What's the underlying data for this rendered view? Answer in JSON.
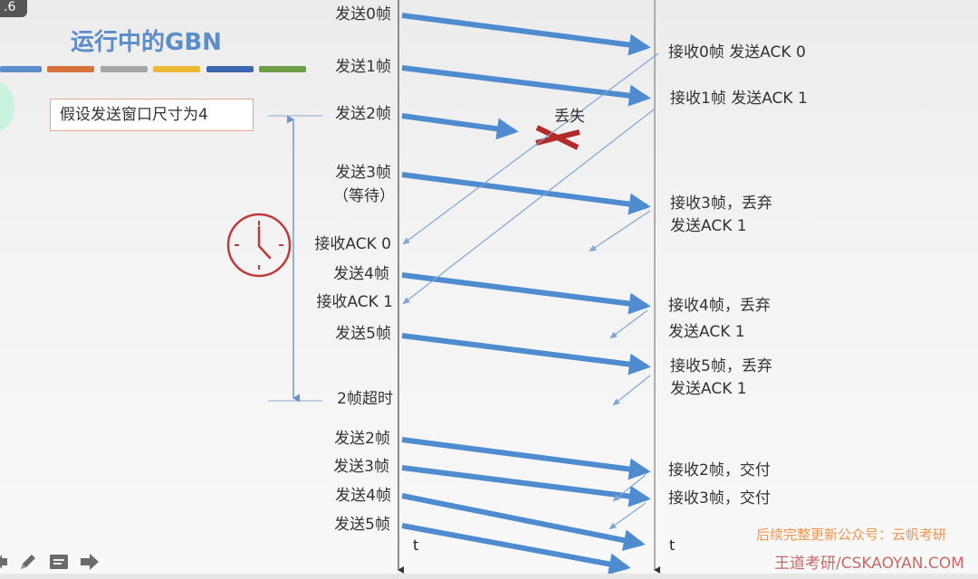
{
  "slide": {
    "badge": ".6",
    "title": "运行中的GBN",
    "title_color": "#5b8ec9",
    "divider_colors": [
      "#5b8ec9",
      "#d9733d",
      "#a5a5a5",
      "#f0b933",
      "#3d68ad",
      "#6d9e46"
    ],
    "note": "假设发送窗口尺寸为4",
    "lost_label": "丢失",
    "timeout_label": "2帧超时",
    "time_axis_label_sender": "t",
    "time_axis_label_receiver": "t"
  },
  "sender_events": [
    {
      "label": "发送0帧"
    },
    {
      "label": "发送1帧"
    },
    {
      "label": "发送2帧"
    },
    {
      "label": "发送3帧"
    },
    {
      "label": "（等待）"
    },
    {
      "label": "接收ACK 0"
    },
    {
      "label": "发送4帧"
    },
    {
      "label": "接收ACK 1"
    },
    {
      "label": "发送5帧"
    },
    {
      "label": "发送2帧"
    },
    {
      "label": "发送3帧"
    },
    {
      "label": "发送4帧"
    },
    {
      "label": "发送5帧"
    }
  ],
  "receiver_events": [
    {
      "line1": "接收0帧 发送ACK 0",
      "line2": ""
    },
    {
      "line1": "接收1帧 发送ACK 1",
      "line2": ""
    },
    {
      "line1": "接收3帧，丢弃",
      "line2": "发送ACK 1"
    },
    {
      "line1": "接收4帧，丢弃",
      "line2": "发送ACK 1"
    },
    {
      "line1": "接收5帧，丢弃",
      "line2": "发送ACK 1"
    },
    {
      "line1": "接收2帧，交付",
      "line2": ""
    },
    {
      "line1": "接收3帧，交付",
      "line2": ""
    }
  ],
  "watermark": {
    "line1": "后续完整更新公众号：云帆考研",
    "line2": "王道考研/CSKAOYAN.COM"
  },
  "toolbar": {
    "icons": [
      "prev-arrow-icon",
      "pen-icon",
      "subtitle-icon",
      "next-arrow-icon"
    ]
  },
  "colors": {
    "arrow": "#4f8bcf",
    "ack_line": "#7ea6d6",
    "lost_cross": "#b22a2a",
    "clock": "#c0393b",
    "timeline": "#555555"
  }
}
